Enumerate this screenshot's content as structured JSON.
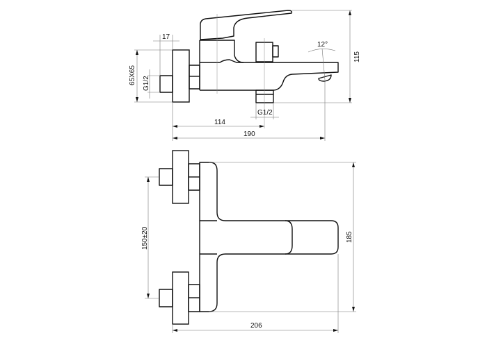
{
  "side_view": {
    "dim_flange_depth": "17",
    "dim_flange_size": "65X65",
    "dim_inlet_thread": "G1/2",
    "dim_height": "115",
    "dim_spout_angle": "12°",
    "dim_outlet_thread": "G1/2",
    "dim_outlet_distance": "114",
    "dim_total_length": "190"
  },
  "top_view": {
    "dim_inlet_spacing": "150±20",
    "dim_body_height": "185",
    "dim_total_depth": "206"
  }
}
